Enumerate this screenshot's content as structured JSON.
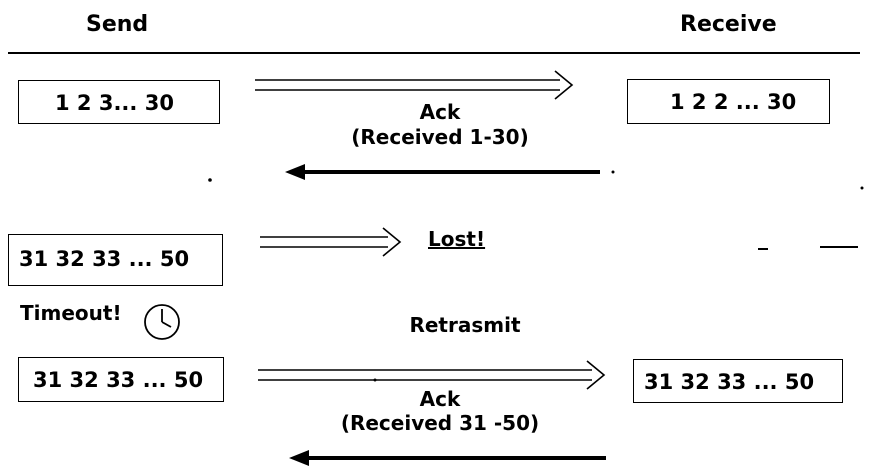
{
  "headers": {
    "send": "Send",
    "receive": "Receive"
  },
  "rows": {
    "first": {
      "send_box": "1 2 3... 30",
      "receive_box": "1 2 2 ... 30",
      "ack_title": "Ack",
      "ack_detail": "(Received 1-30)"
    },
    "second": {
      "send_box": "31 32 33 ... 50",
      "lost_label": "Lost!"
    },
    "timeout": {
      "label": "Timeout!",
      "icon": "clock-icon"
    },
    "third": {
      "retransmit_label": "Retrasmit",
      "send_box": "31 32 33 ... 50",
      "receive_box": "31 32 33 ... 50",
      "ack_title": "Ack",
      "ack_detail": "(Received 31 -50)"
    }
  }
}
